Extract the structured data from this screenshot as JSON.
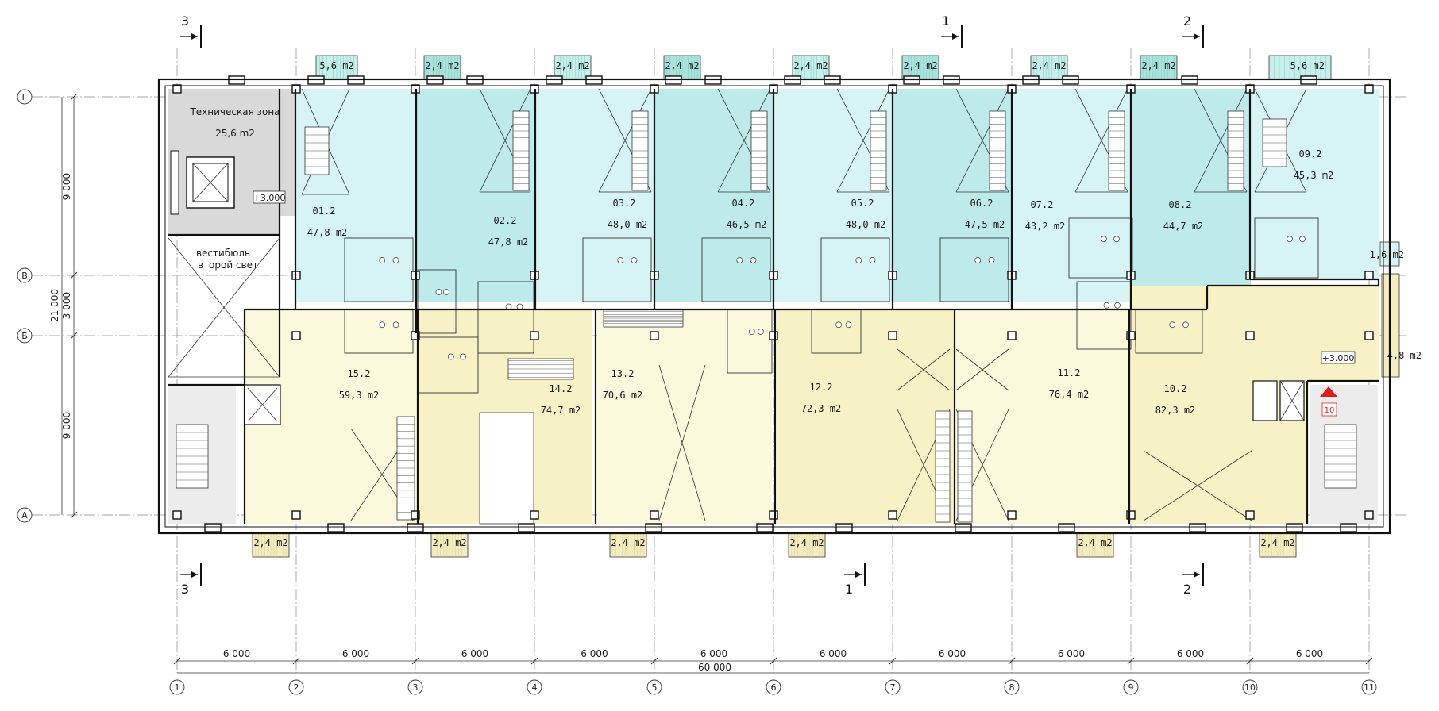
{
  "sections": [
    {
      "id": "3",
      "top": "3",
      "bottom": "3"
    },
    {
      "id": "1",
      "top": "1",
      "bottom": "1"
    },
    {
      "id": "2",
      "top": "2",
      "bottom": "2"
    }
  ],
  "row_axes": [
    "Г",
    "В",
    "Б",
    "А"
  ],
  "col_axes": [
    "1",
    "2",
    "3",
    "4",
    "5",
    "6",
    "7",
    "8",
    "9",
    "10",
    "11"
  ],
  "left_dims": {
    "total": "21 000",
    "d1": "9 000",
    "d2": "3 000",
    "d3": "9 000"
  },
  "bottom_dims": {
    "spans": [
      "6 000",
      "6 000",
      "6 000",
      "6 000",
      "6 000",
      "6 000",
      "6 000",
      "6 000",
      "6 000",
      "6 000"
    ],
    "total": "60 000"
  },
  "tech_zone": {
    "name": "Техническая зона",
    "area": "25,6 m2",
    "level": "+3.000"
  },
  "vestibule": {
    "line1": "вестибюль",
    "line2": "второй свет"
  },
  "upper_units": [
    {
      "name": "01.2",
      "area": "47,8 m2"
    },
    {
      "name": "02.2",
      "area": "47,8 m2"
    },
    {
      "name": "03.2",
      "area": "48,0 m2"
    },
    {
      "name": "04.2",
      "area": "46,5 m2"
    },
    {
      "name": "05.2",
      "area": "48,0 m2"
    },
    {
      "name": "06.2",
      "area": "47,5 m2"
    },
    {
      "name": "07.2",
      "area": "43,2 m2"
    },
    {
      "name": "08.2",
      "area": "44,7 m2"
    },
    {
      "name": "09.2",
      "area": "45,3 m2"
    }
  ],
  "lower_units": [
    {
      "name": "15.2",
      "area": "59,3 m2"
    },
    {
      "name": "14.2",
      "area": "74,7 m2"
    },
    {
      "name": "13.2",
      "area": "70,6 m2"
    },
    {
      "name": "12.2",
      "area": "72,3 m2"
    },
    {
      "name": "11.2",
      "area": "76,4 m2"
    },
    {
      "name": "10.2",
      "area": "82,3 m2"
    }
  ],
  "top_balconies": [
    "5,6 m2",
    "2,4 m2",
    "2,4 m2",
    "2,4 m2",
    "2,4 m2",
    "2,4 m2",
    "2,4 m2",
    "2,4 m2",
    "5,6 m2"
  ],
  "bottom_balconies": [
    "2,4 m2",
    "2,4 m2",
    "2,4 m2",
    "2,4 m2",
    "2,4 m2",
    "2,4 m2"
  ],
  "right_balconies": [
    "1,6 m2",
    "4,8 m2"
  ],
  "right_level": "+3.000",
  "marker_label": "10",
  "colors": {
    "cyan_light": "#d6f4f4",
    "cyan_dark": "#bfeaea",
    "yellow_light": "#fbf9dc",
    "yellow_dark": "#f6f2c6",
    "gray": "#d9d9d9",
    "balcony": "#bfeee8",
    "balcony_y": "#f3edc0",
    "marker": "#e21b1b"
  }
}
